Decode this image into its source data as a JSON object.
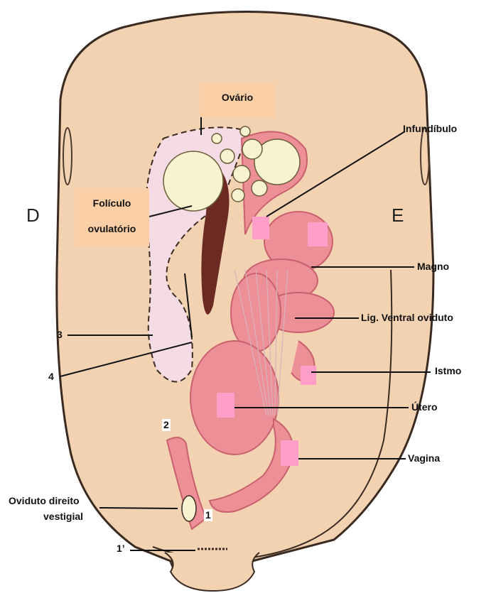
{
  "side_labels": {
    "right_side": "D",
    "left_side": "E"
  },
  "boxes": {
    "ovario": "Ovário",
    "foliculo_line1": "Folículo",
    "foliculo_line2": "ovulatório"
  },
  "labels": {
    "infundibulo": "Infundíbulo",
    "magno": "Magno",
    "lig_ventral": "Lig. Ventral oviduto",
    "istmo": "Istmo",
    "utero": "Útero",
    "vagina": "Vagina",
    "oviduto_line1": "Oviduto direito",
    "oviduto_line2": "vestigial"
  },
  "numbers": {
    "n3": "3",
    "n4": "4",
    "n2": "2",
    "n1": "1",
    "n1prime": "1’"
  },
  "colors": {
    "body_fill": "#f3d2b2",
    "body_stroke": "#3a2a20",
    "oviduct": "#ec8f97",
    "oviduct_dark": "#c9606d",
    "follicle": "#f7f2d0",
    "marker": "#ff9ec9",
    "label_box": "#fbcfa5"
  }
}
